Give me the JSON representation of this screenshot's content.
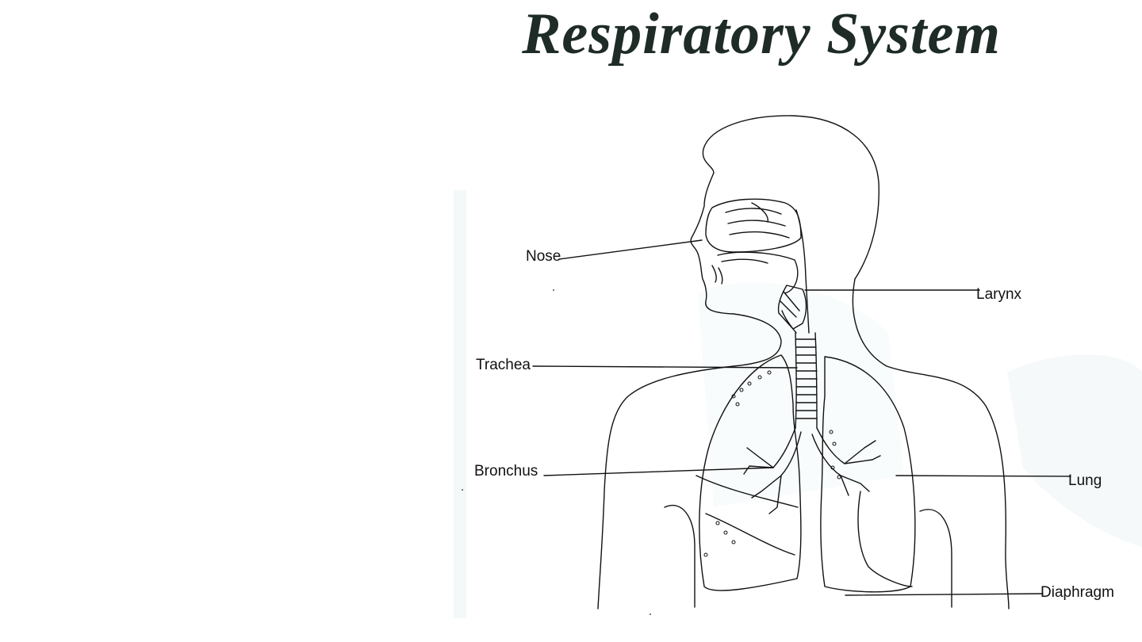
{
  "title": "Respiratory System",
  "labels": {
    "nose": "Nose",
    "larynx": "Larynx",
    "trachea": "Trachea",
    "bronchus": "Bronchus",
    "lung": "Lung",
    "diaphragm": "Diaphragm"
  },
  "colors": {
    "title": "#1e2b26",
    "line": "#111111",
    "background": "#ffffff",
    "wash": "#eef5f6"
  }
}
